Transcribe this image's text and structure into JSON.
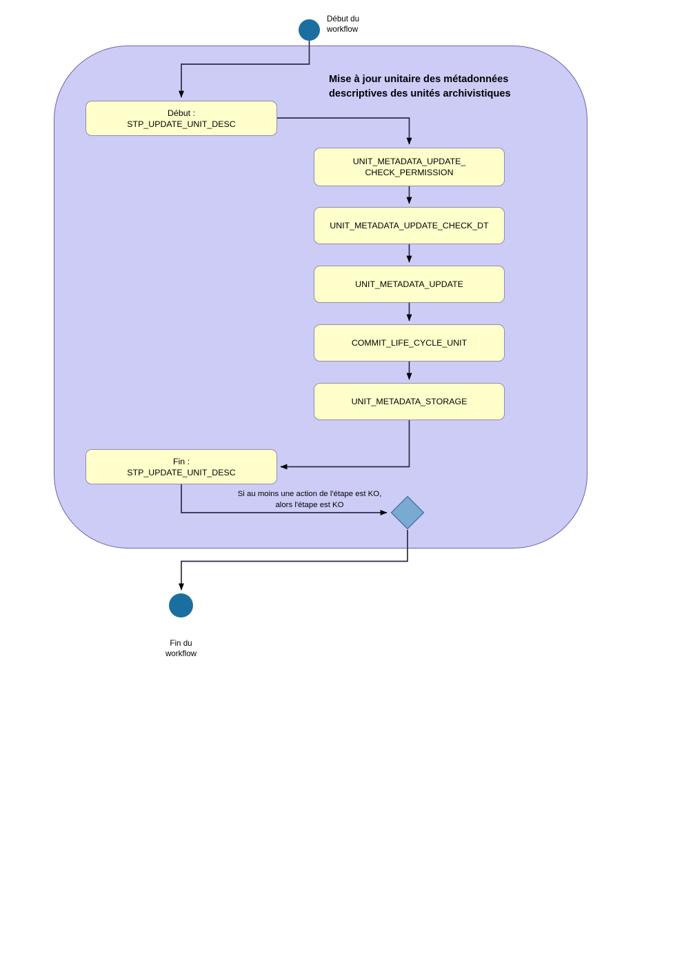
{
  "diagram": {
    "type": "uml-activity-workflow",
    "title": "Mise à jour unitaire des métadonnées\ndescriptives des unités archivistiques",
    "colors": {
      "lane_fill": "#ccccf7",
      "lane_border": "#6b63a8",
      "node_fill": "#ffffcc",
      "node_border": "#8f8fa8",
      "terminal_fill": "#1b6ea0",
      "decision_fill": "#79aad2",
      "decision_border": "#4a6f96",
      "connector": "#1a1a2e"
    }
  },
  "terminals": {
    "start": {
      "name": "start-node",
      "label": "Début du\nworkflow"
    },
    "end": {
      "name": "end-node",
      "label": "Fin du\nworkflow"
    }
  },
  "steps": {
    "begin": "Début :\nSTP_UPDATE_UNIT_DESC",
    "end": "Fin :\nSTP_UPDATE_UNIT_DESC"
  },
  "actions": [
    {
      "id": "a1",
      "label": "UNIT_METADATA_UPDATE_\nCHECK_PERMISSION"
    },
    {
      "id": "a2",
      "label": "UNIT_METADATA_UPDATE_CHECK_DT"
    },
    {
      "id": "a3",
      "label": "UNIT_METADATA_UPDATE"
    },
    {
      "id": "a4",
      "label": "COMMIT_LIFE_CYCLE_UNIT"
    },
    {
      "id": "a5",
      "label": "UNIT_METADATA_STORAGE"
    }
  ],
  "decision": {
    "name": "ko-decision",
    "edge_label": "Si au moins une action de l'étape est KO,\nalors l'étape est KO"
  }
}
